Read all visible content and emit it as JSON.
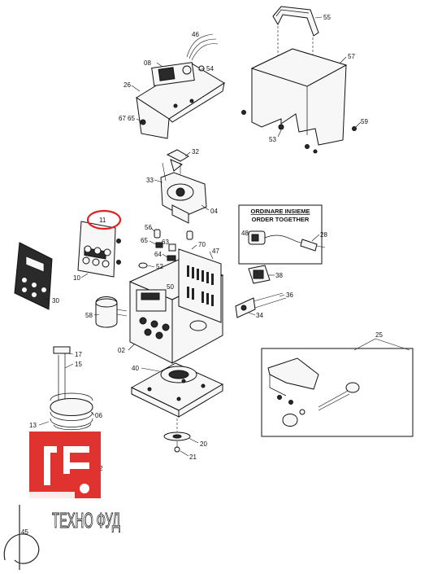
{
  "diagram": {
    "callouts": [
      {
        "id": "c55",
        "text": "55"
      },
      {
        "id": "c57",
        "text": "57"
      },
      {
        "id": "c46",
        "text": "46"
      },
      {
        "id": "c08",
        "text": "08"
      },
      {
        "id": "c54",
        "text": "54"
      },
      {
        "id": "c26",
        "text": "26"
      },
      {
        "id": "c67",
        "text": "67"
      },
      {
        "id": "c65a",
        "text": "65"
      },
      {
        "id": "c53",
        "text": "53"
      },
      {
        "id": "c59",
        "text": "59"
      },
      {
        "id": "c32",
        "text": "32"
      },
      {
        "id": "c33",
        "text": "33"
      },
      {
        "id": "c04",
        "text": "04"
      },
      {
        "id": "c11",
        "text": "11"
      },
      {
        "id": "c56",
        "text": "56"
      },
      {
        "id": "c65b",
        "text": "65"
      },
      {
        "id": "c63",
        "text": "63"
      },
      {
        "id": "c70",
        "text": "70"
      },
      {
        "id": "c47",
        "text": "47"
      },
      {
        "id": "c64",
        "text": "64"
      },
      {
        "id": "c52",
        "text": "52"
      },
      {
        "id": "c50",
        "text": "50"
      },
      {
        "id": "c10",
        "text": "10"
      },
      {
        "id": "c30",
        "text": "30"
      },
      {
        "id": "c58",
        "text": "58"
      },
      {
        "id": "c48",
        "text": "48"
      },
      {
        "id": "c28",
        "text": "28"
      },
      {
        "id": "c38",
        "text": "38"
      },
      {
        "id": "c36",
        "text": "36"
      },
      {
        "id": "c34",
        "text": "34"
      },
      {
        "id": "c02",
        "text": "02"
      },
      {
        "id": "c25",
        "text": "25"
      },
      {
        "id": "c17",
        "text": "17"
      },
      {
        "id": "c15",
        "text": "15"
      },
      {
        "id": "c40",
        "text": "40"
      },
      {
        "id": "c06",
        "text": "06"
      },
      {
        "id": "c13",
        "text": "13"
      },
      {
        "id": "c20",
        "text": "20"
      },
      {
        "id": "c21",
        "text": "21"
      },
      {
        "id": "c2p",
        "text": "2"
      },
      {
        "id": "c45p",
        "text": "45"
      }
    ],
    "order_box": {
      "line1": "ORDINARE INSIEME",
      "line2": "ORDER TOGETHER"
    },
    "highlight": {
      "target": "11",
      "color": "#e02020"
    }
  },
  "watermark": {
    "text": "ТЕХНО ФУД",
    "color": "#e0322e",
    "ink": "#222222"
  }
}
